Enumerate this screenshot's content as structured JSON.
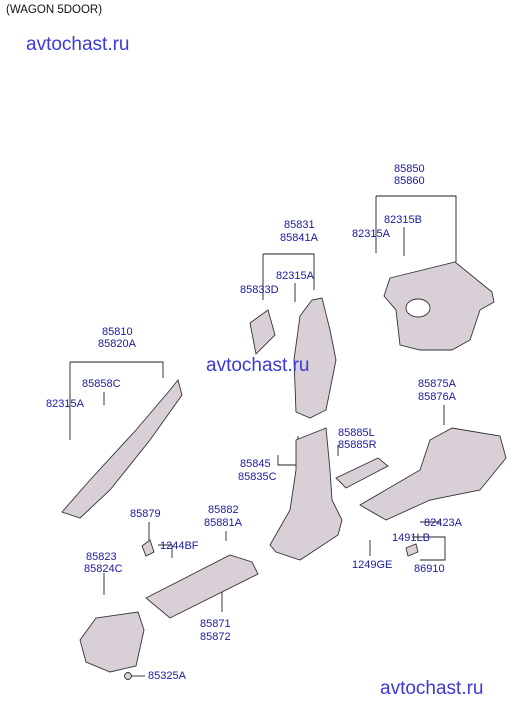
{
  "title": "(WAGON 5DOOR)",
  "watermark": "avtochast.ru",
  "colors": {
    "label": "#1a1aa0",
    "watermark": "#3a3ad8",
    "line": "#222222"
  },
  "labels": {
    "p85850": "85850",
    "p85860": "85860",
    "p82315B": "82315B",
    "p82315A_top": "82315A",
    "p85831": "85831",
    "p85841A": "85841A",
    "p82315A_mid": "82315A",
    "p85833D": "85833D",
    "p85810": "85810",
    "p85820A": "85820A",
    "p85858C": "85858C",
    "p82315A_left": "82315A",
    "p85875A": "85875A",
    "p85876A": "85876A",
    "p85885L": "85885L",
    "p85885R": "85885R",
    "p85845": "85845",
    "p85835C": "85835C",
    "p85879": "85879",
    "p85882": "85882",
    "p85881A": "85881A",
    "p1244BF": "1244BF",
    "p82423A": "82423A",
    "p1491LB": "1491LB",
    "p1249GE": "1249GE",
    "p86910": "86910",
    "p85823": "85823",
    "p85824C": "85824C",
    "p85871": "85871",
    "p85872": "85872",
    "p85325A": "85325A"
  }
}
